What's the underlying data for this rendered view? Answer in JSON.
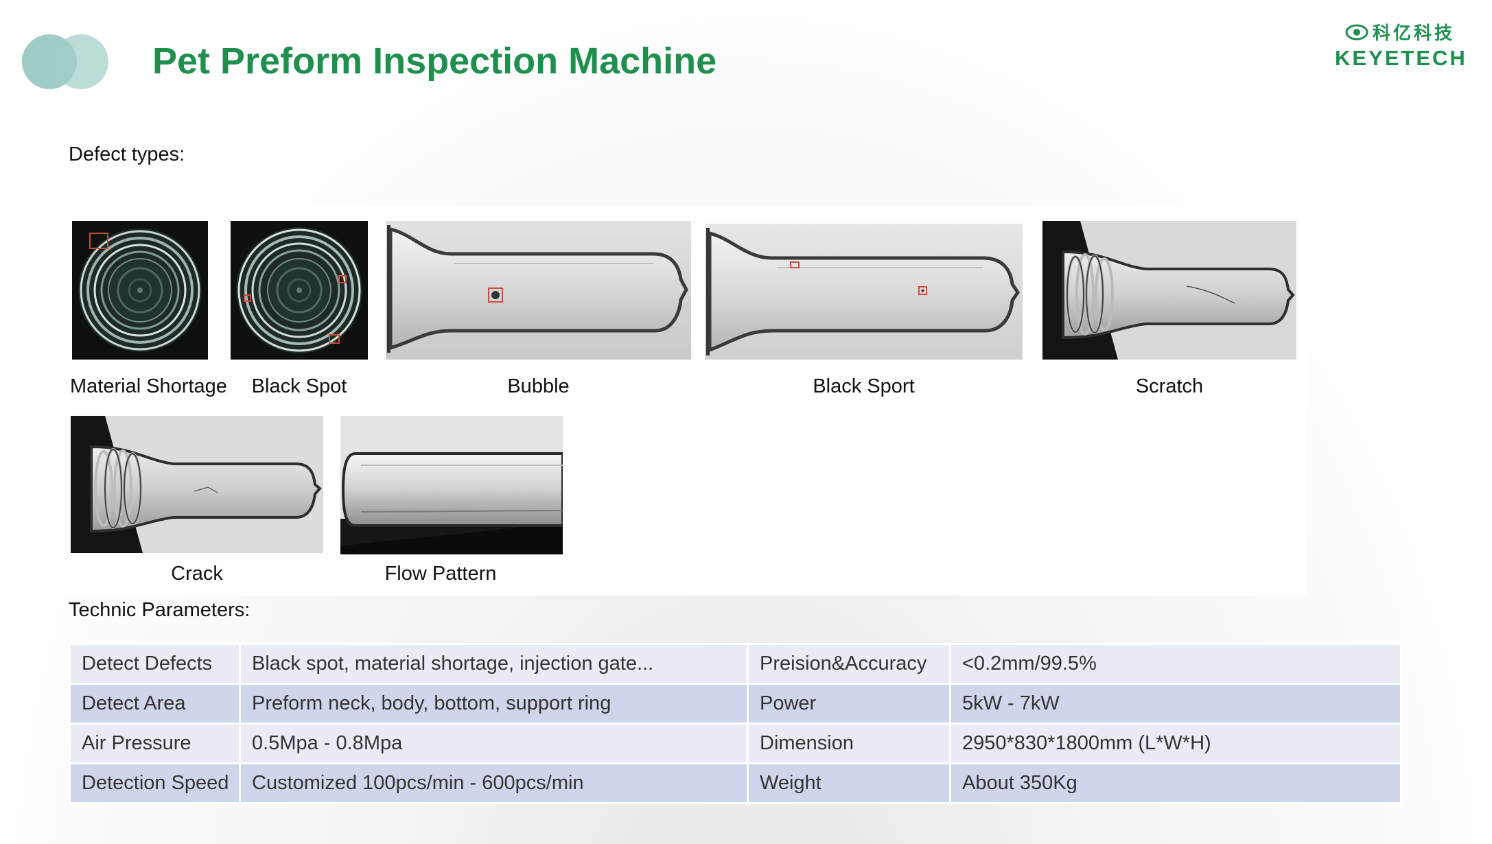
{
  "header": {
    "title": "Pet Preform Inspection Machine",
    "brand_cn": "科亿科技",
    "brand_en": "KEYETECH",
    "brand_color": "#1f8f4f",
    "logo_circle_color": "#7fbcb3"
  },
  "defects": {
    "label": "Defect types:",
    "items": [
      {
        "caption": "Material Shortage",
        "image": "top-view-ring-thumbnail"
      },
      {
        "caption": "Black Spot",
        "image": "top-view-ring-thumbnail"
      },
      {
        "caption": "Bubble",
        "image": "preform-side-thumbnail"
      },
      {
        "caption": "Black Sport",
        "image": "preform-side-thumbnail"
      },
      {
        "caption": "Scratch",
        "image": "preform-neck-thumbnail"
      },
      {
        "caption": "Crack",
        "image": "preform-neck-thumbnail"
      },
      {
        "caption": "Flow Pattern",
        "image": "preform-body-thumbnail"
      }
    ]
  },
  "technic": {
    "label": "Technic Parameters:",
    "rows": [
      [
        "Detect Defects",
        "Black spot, material shortage, injection gate...",
        "Preision&Accuracy",
        "<0.2mm/99.5%"
      ],
      [
        "Detect Area",
        "Preform neck, body, bottom, support ring",
        "Power",
        "5kW - 7kW"
      ],
      [
        "Air Pressure",
        "0.5Mpa - 0.8Mpa",
        "Dimension",
        "2950*830*1800mm (L*W*H)"
      ],
      [
        "Detection Speed",
        "Customized 100pcs/min - 600pcs/min",
        "Weight",
        "About 350Kg"
      ]
    ]
  }
}
